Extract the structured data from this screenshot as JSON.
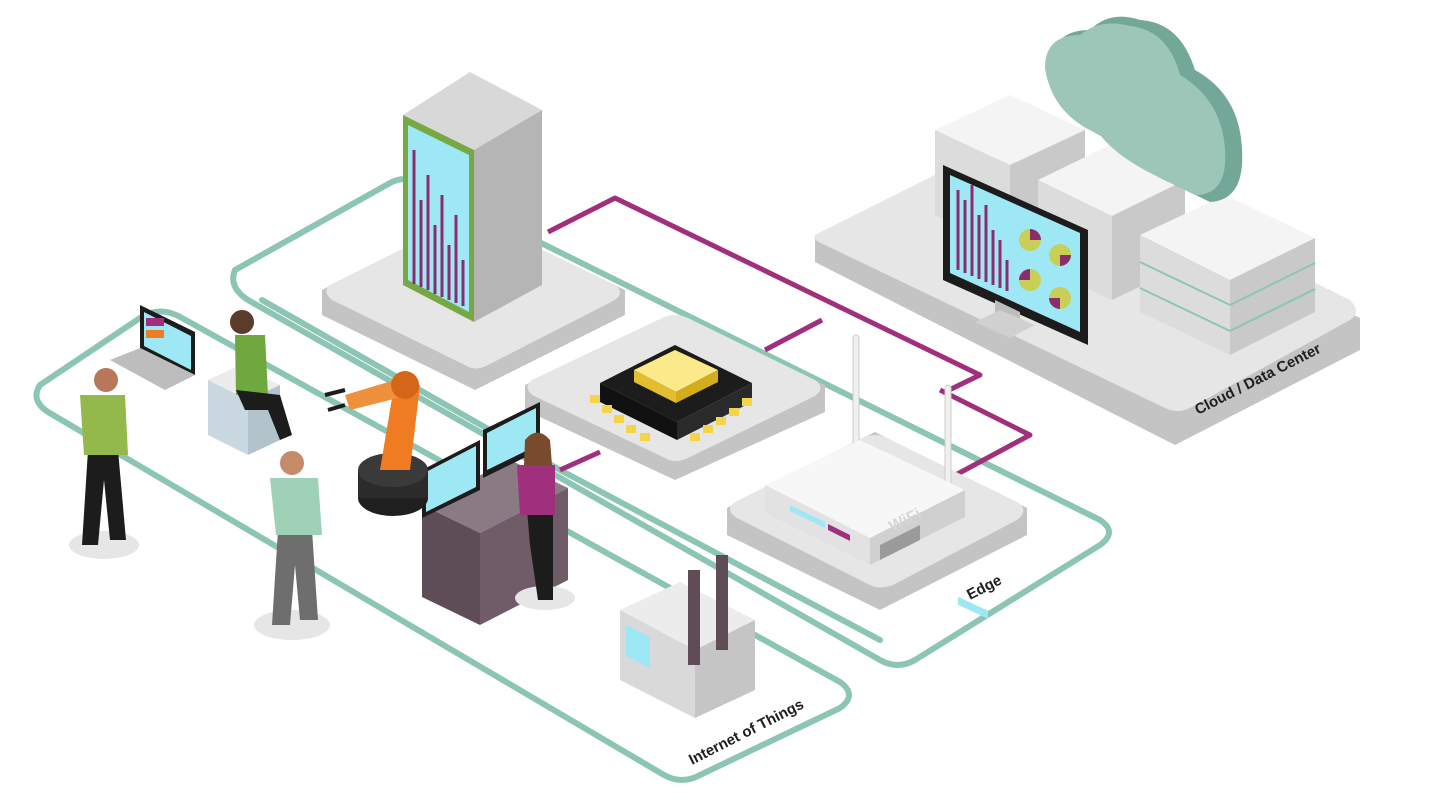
{
  "labels": {
    "cloud": "Cloud / Data Center",
    "edge": "Edge",
    "iot": "Internet of Things",
    "wifi": "WiFi"
  },
  "colors": {
    "ring": "#8cc5b4",
    "link": "#a0307e",
    "platform_top": "#e6e6e6",
    "platform_side": "#c4c4c4",
    "screen": "#9ee8f5",
    "bars": "#8c2c6e",
    "cloud": "#9cc6b8",
    "cloud_dark": "#73a898",
    "robot": "#ef7b22",
    "chip": "#f4d54a"
  },
  "icons": [
    "cloud-icon",
    "server-tower-icon",
    "chip-icon",
    "wifi-router-icon",
    "robot-arm-icon",
    "factory-icon",
    "monitor-icon",
    "laptop-icon",
    "person-icon"
  ]
}
